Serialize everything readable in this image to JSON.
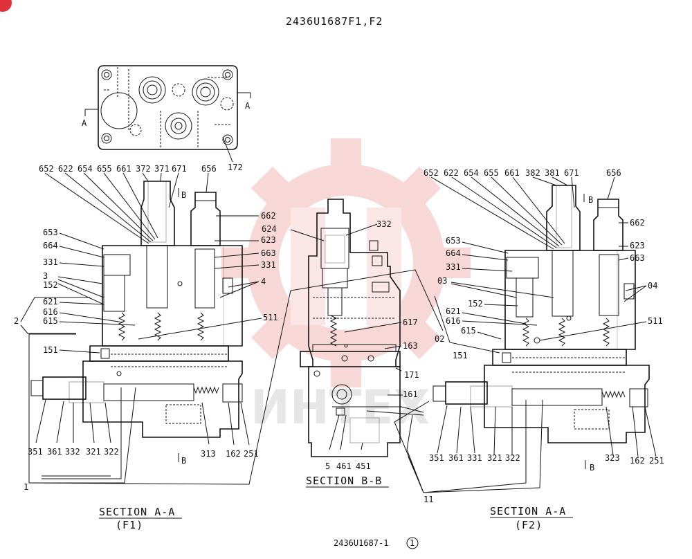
{
  "title": "2436U1687F1,F2",
  "drawing_number": "2436U1687-1",
  "revision": "1",
  "section_marks": {
    "a": "A",
    "b": "B"
  },
  "sections": {
    "aa_f1_title": "SECTION A-A",
    "aa_f1_sub": "(F1)",
    "bb_title": "SECTION B-B",
    "aa_f2_title": "SECTION A-A",
    "aa_f2_sub": "(F2)"
  },
  "top_view_label": "172",
  "left_top_labels": [
    "652",
    "622",
    "654",
    "655",
    "661",
    "372",
    "371",
    "671",
    "656"
  ],
  "left_side_labels": [
    "653",
    "664",
    "331",
    "3",
    "152",
    "621",
    "616",
    "615",
    "151"
  ],
  "left_right_labels": [
    "662",
    "623",
    "663",
    "331",
    "4",
    "511"
  ],
  "left_bottom_labels": [
    "351",
    "361",
    "332",
    "321",
    "322",
    "313",
    "162",
    "251"
  ],
  "left_misc_labels": [
    "2",
    "1"
  ],
  "bb_labels": [
    "332",
    "624",
    "617",
    "163",
    "171",
    "161",
    "5",
    "461",
    "451"
  ],
  "right_top_labels": [
    "652",
    "622",
    "654",
    "655",
    "661",
    "382",
    "381",
    "671",
    "656"
  ],
  "right_side_labels": [
    "653",
    "664",
    "331",
    "03",
    "152",
    "621",
    "616",
    "615",
    "02",
    "151"
  ],
  "right_right_labels": [
    "662",
    "623",
    "663",
    "04",
    "511"
  ],
  "right_bottom_labels": [
    "351",
    "361",
    "331",
    "321",
    "322",
    "323",
    "162",
    "251"
  ],
  "right_misc_labels": [
    "11"
  ],
  "watermark": "ИНТЕХ",
  "colors": {
    "ink": "#111111",
    "watermark": "#f3b8b8",
    "badge": "#e0303a"
  }
}
